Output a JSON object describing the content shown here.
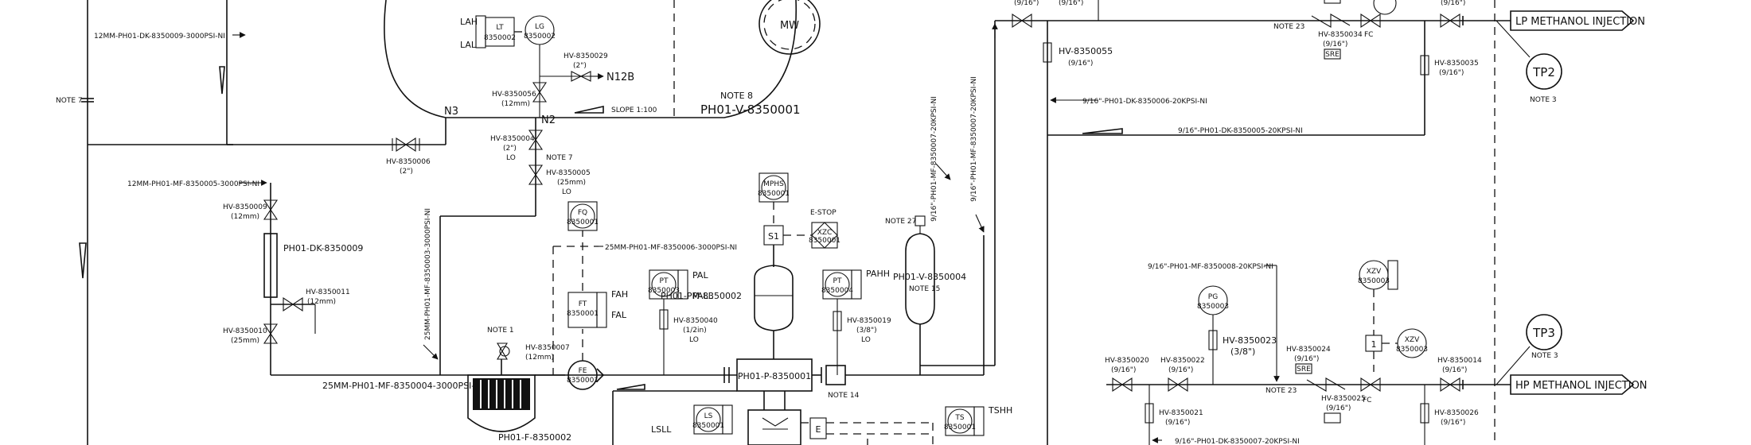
{
  "vessel": {
    "label": "PH01-V-8350001",
    "note": "NOTE 8",
    "mw": "MW",
    "n3": "N3",
    "n2": "N2",
    "slope": "SLOPE 1:100",
    "lah": "LAH",
    "lal": "LAL",
    "lt_tag": "LT",
    "lt_num": "8350002",
    "lg_tag": "LG",
    "lg_num": "8350002",
    "hv29": "HV-8350029",
    "hv29_size": "(2\")",
    "n12b": "N12B",
    "hv56": "HV-8350056",
    "hv56_size": "(12mm)"
  },
  "lines": {
    "l1": "12MM-PH01-DK-8350009-3000PSI-NI",
    "l2": "12MM-PH01-MF-8350005-3000PSI-NI",
    "l3": "25MM-PH01-MF-8350003-3000PSI-NI",
    "l4": "25MM-PH01-MF-8350004-3000PSI-NI",
    "l5": "25MM-PH01-MF-8350006-3000PSI-NI",
    "l6": "9/16\"-PH01-MF-8350007-20KPSI-NI",
    "l7": "9/16\"-PH01-MF-8350007-20KPSI-NI",
    "l8": "9/16\"-PH01-DK-8350006-20KPSI-NI",
    "l9": "9/16\"-PH01-DK-8350005-20KPSI-NI",
    "l10": "9/16\"-PH01-MF-8350008-20KPSI-NI",
    "l11": "9/16\"-PH01-DK-8350007-20KPSI-NI"
  },
  "left": {
    "note7": "NOTE 7",
    "hv6": "HV-8350006",
    "hv6_size": "(2\")",
    "hv4": "HV-8350004",
    "hv4_size": "(2\")",
    "hv4_lo": "LO",
    "note7b": "NOTE 7",
    "hv5": "HV-8350005",
    "hv5_size": "(25mm)",
    "hv5_lo": "LO",
    "hv9": "HV-8350009",
    "hv9_size": "(12mm)",
    "dk9": "PH01-DK-8350009",
    "hv11": "HV-8350011",
    "hv11_size": "(12mm)",
    "hv10": "HV-8350010",
    "hv10_size": "(25mm)"
  },
  "filter": {
    "note1": "NOTE 1",
    "hv7": "HV-8350007",
    "hv7_size": "(12mm)",
    "label": "PH01-F-8350002"
  },
  "pump_area": {
    "fq_tag": "FQ",
    "fq_num": "8350001",
    "ft_tag": "FT",
    "ft_num": "8350001",
    "fah": "FAH",
    "fal": "FAL",
    "fe_tag": "FE",
    "fe_num": "8350001",
    "mphs_tag": "MPHS",
    "mphs_num": "8350001",
    "s1": "S1",
    "estop": "E-STOP",
    "xzc_tag": "XZC",
    "xzc_num": "8350001",
    "pt1_tag": "PT",
    "pt1_num": "8350003",
    "pal": "PAL",
    "pall": "PALL",
    "hv40": "HV-8350040",
    "hv40_size": "(1/2in)",
    "hv40_lo": "LO",
    "pm_label": "PH01-PM-8350002",
    "pt2_tag": "PT",
    "pt2_num": "8350004",
    "pahh": "PAHH",
    "hv19": "HV-8350019",
    "hv19_size": "(3/8\")",
    "hv19_lo": "LO",
    "note27": "NOTE 27",
    "v4_label": "PH01-V-8350004",
    "note15": "NOTE 15",
    "pump_label": "PH01-P-8350001",
    "note14": "NOTE 14",
    "ls_tag": "LS",
    "ls_num": "8350001",
    "lsll": "LSLL",
    "ts_tag": "TS",
    "ts_num": "8350001",
    "tshh": "TSHH",
    "e": "E"
  },
  "right": {
    "size_a": "(9/16\")",
    "size_b": "(9/16\")",
    "hv55": "HV-8350055",
    "hv55_size": "(9/16\")",
    "note23a": "NOTE 23",
    "hv34": "HV-8350034",
    "hv34_size": "(9/16\")",
    "sre": "SRE",
    "fc": "FC",
    "size_c": "(9/16\")",
    "hv35": "HV-8350035",
    "hv35_size": "(9/16\")",
    "lp_label": "LP METHANOL INJECTION",
    "tp2": "TP2",
    "note3a": "NOTE 3",
    "pg_tag": "PG",
    "pg_num": "8350003",
    "hv23": "HV-8350023",
    "hv23_size": "(3/8\")",
    "xzv1_tag": "XZV",
    "xzv1_num": "8350003",
    "box1": "1",
    "xzv2_tag": "XZV",
    "xzv2_num": "8350003",
    "tp3": "TP3",
    "note3b": "NOTE 3",
    "hv20": "HV-8350020",
    "hv20_size": "(9/16\")",
    "hv22": "HV-8350022",
    "hv22_size": "(9/16\")",
    "hv24": "HV-8350024",
    "hv24_size": "(9/16\")",
    "note23b": "NOTE 23",
    "hv14": "HV-8350014",
    "hv14_size": "(9/16\")",
    "hp_label": "HP METHANOL INJECTION",
    "hv21": "HV-8350021",
    "hv21_size": "(9/16\")",
    "hv25": "HV-8350025",
    "hv25_size": "(9/16\")",
    "fc2": "FC",
    "hv26": "HV-8350026",
    "hv26_size": "(9/16\")"
  }
}
